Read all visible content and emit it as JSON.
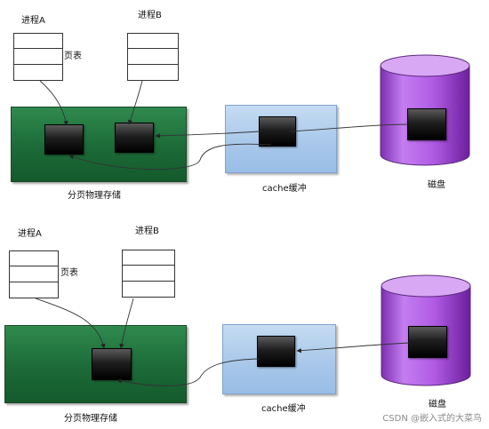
{
  "top": {
    "process_a": "进程A",
    "process_b": "进程B",
    "page_table": "页表",
    "memory": "分页物理存储",
    "cache": "cache缓冲",
    "disk": "磁盘"
  },
  "bottom": {
    "process_a": "进程A",
    "process_b": "进程B",
    "page_table": "页表",
    "memory": "分页物理存储",
    "cache": "cache缓冲",
    "disk": "磁盘"
  },
  "watermark": "CSDN @嵌入式的大菜鸟",
  "colors": {
    "memory_green": "#1c6a37",
    "cache_blue": "#a9c8ea",
    "disk_purple": "#b35fe0",
    "page_block": "#111111"
  }
}
